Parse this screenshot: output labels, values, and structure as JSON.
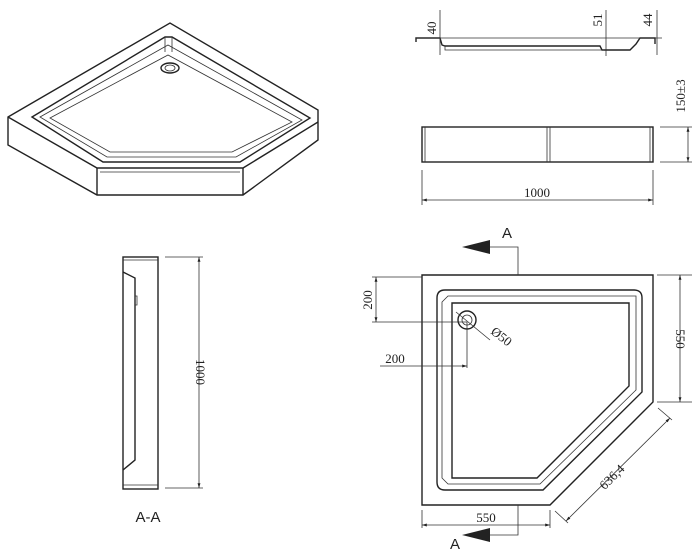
{
  "isometric_view": {},
  "section_profile": {
    "dim_left": "40",
    "dim_drain": "51",
    "dim_right": "44"
  },
  "side_elevation": {
    "height_dim": "150±3",
    "width_dim": "1000"
  },
  "section_view": {
    "length_dim": "1000",
    "title": "A-A"
  },
  "plan_view": {
    "section_mark_top": "A",
    "section_mark_bottom": "A",
    "drain_offset_y": "200",
    "drain_offset_x": "200",
    "drain_diameter": "Ø50",
    "side_right": "550",
    "side_bottom": "550",
    "diagonal": "636,4"
  },
  "colors": {
    "line": "#222222",
    "background": "#ffffff"
  }
}
